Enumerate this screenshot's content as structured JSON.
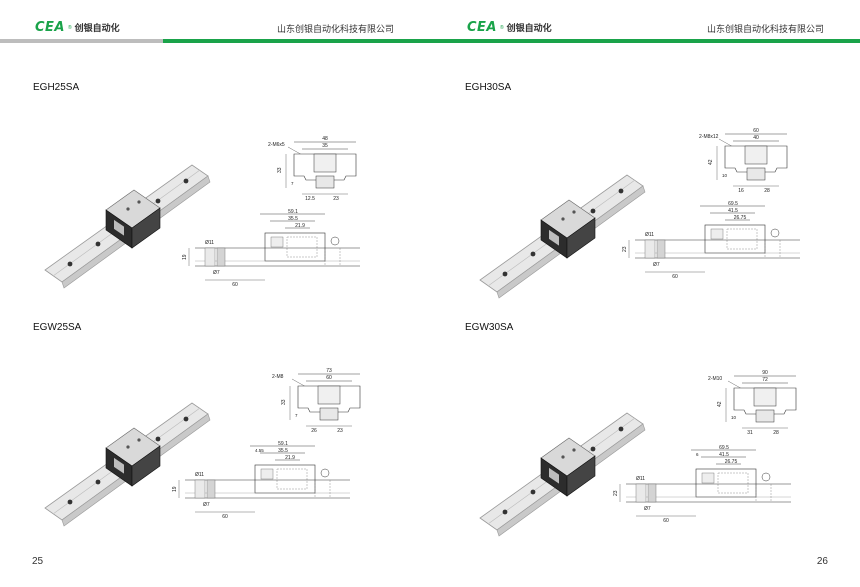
{
  "header": {
    "logo_mark": "CEA",
    "logo_reg": "®",
    "logo_cn": "创银自动化",
    "company": "山东创银自动化科技有限公司"
  },
  "colors": {
    "brand_green": "#1aa34a",
    "bar_gray": "#bdbdbd"
  },
  "pages": {
    "left": {
      "page_number": "25"
    },
    "right": {
      "page_number": "26"
    }
  },
  "products": [
    {
      "model": "EGH25SA",
      "front": {
        "bolt": "2-M6x5",
        "width": "48",
        "pitch": "35",
        "height": "33",
        "h1": "7",
        "rail_pitch": "12.5",
        "rail_w": "23"
      },
      "side": {
        "len": "59.1",
        "body": "35.5",
        "inner": "21.9",
        "dia": "Ø11",
        "h": "19",
        "e": "Ø7",
        "p": "60"
      }
    },
    {
      "model": "EGH30SA",
      "front": {
        "bolt": "2-M8x12",
        "width": "60",
        "pitch": "40",
        "height": "42",
        "h1": "10",
        "rail_pitch": "16",
        "rail_w": "28"
      },
      "side": {
        "len": "69.5",
        "body": "41.5",
        "inner": "26.75",
        "dia": "Ø11",
        "h": "23",
        "e": "Ø7",
        "p": "60"
      }
    },
    {
      "model": "EGW25SA",
      "front": {
        "bolt": "2-M8",
        "width": "73",
        "pitch": "60",
        "height": "33",
        "h1": "7",
        "rail_pitch": "26",
        "rail_w": "23"
      },
      "side": {
        "len": "59.1",
        "body": "35.5",
        "inner": "21.9",
        "extra": "4.55",
        "dia": "Ø11",
        "h": "19",
        "e": "Ø7",
        "p": "60"
      }
    },
    {
      "model": "EGW30SA",
      "front": {
        "bolt": "2-M10",
        "width": "90",
        "pitch": "72",
        "height": "42",
        "h1": "10",
        "rail_pitch": "31",
        "rail_w": "28"
      },
      "side": {
        "len": "69.5",
        "body": "41.5",
        "inner": "26.75",
        "extra": "6",
        "dia": "Ø11",
        "h": "23",
        "e": "Ø7",
        "p": "60"
      }
    }
  ]
}
